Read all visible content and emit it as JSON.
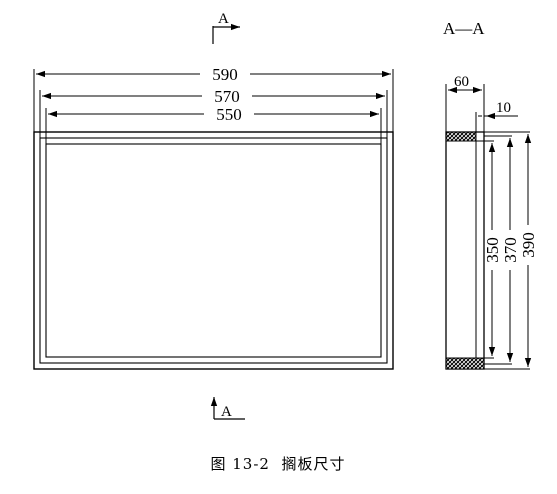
{
  "front_view": {
    "dim_outer": "590",
    "dim_middle": "570",
    "dim_inner": "550",
    "section_mark_top": "A",
    "section_mark_bottom": "A"
  },
  "section_view": {
    "title": "A—A",
    "dim_depth": "60",
    "dim_thickness": "10",
    "dim_inner_height": "350",
    "dim_middle_height": "370",
    "dim_outer_height": "390"
  },
  "caption": "图 13-2  搁板尺寸"
}
